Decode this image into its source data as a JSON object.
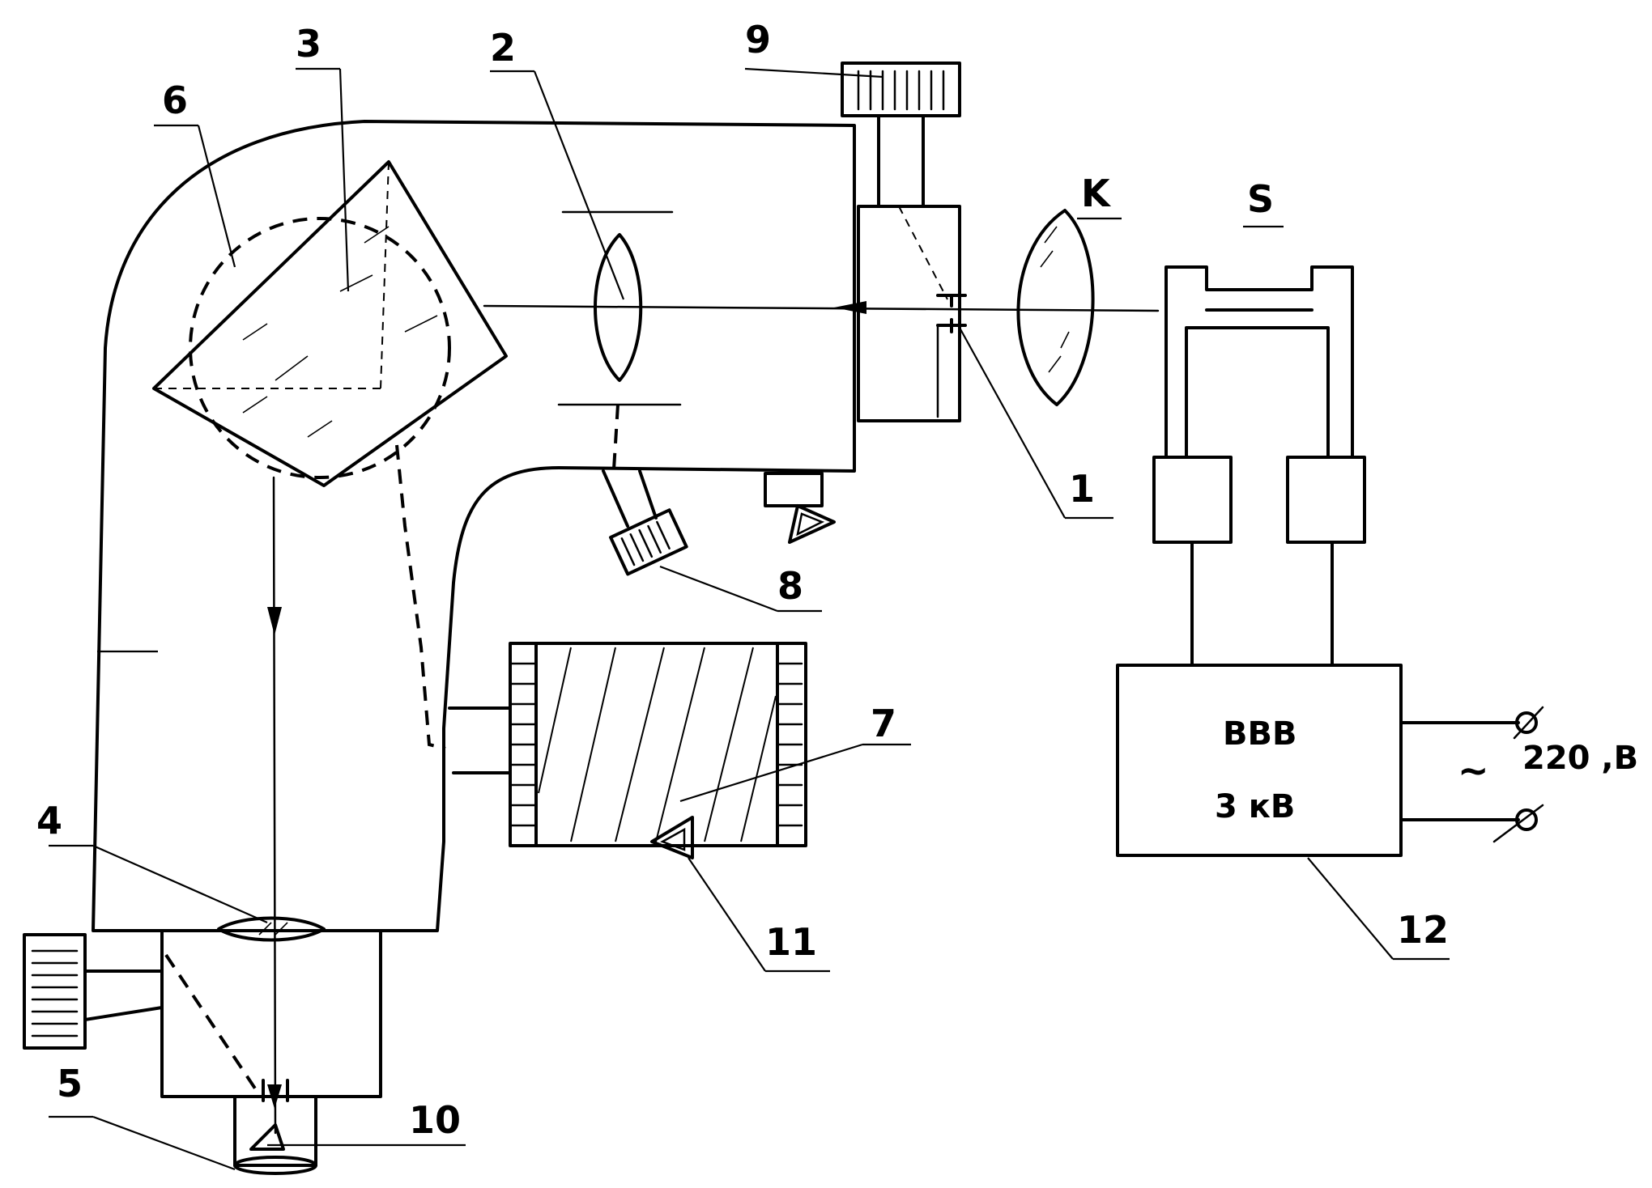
{
  "labels": {
    "n1": "1",
    "n2": "2",
    "n3": "3",
    "n4": "4",
    "n5": "5",
    "n6": "6",
    "n7": "7",
    "n8": "8",
    "n9": "9",
    "n10": "10",
    "n11": "11",
    "n12": "12",
    "k": "K",
    "s": "S"
  },
  "power_unit": {
    "name": "ВВВ",
    "voltage": "3 кВ"
  },
  "mains": {
    "symbol": "~",
    "voltage": "220 ,В"
  }
}
